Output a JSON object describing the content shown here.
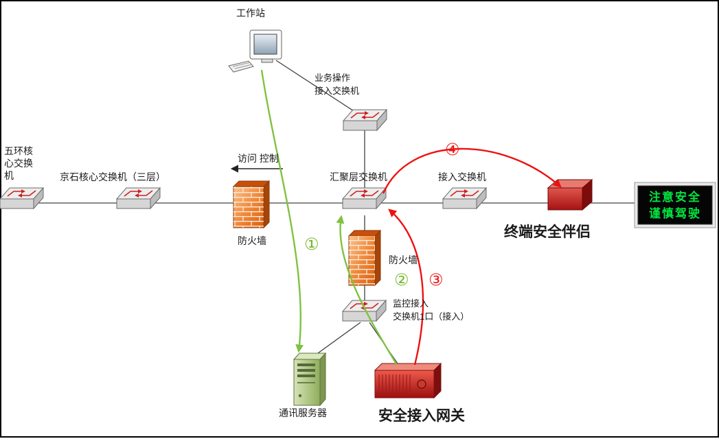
{
  "diagram": {
    "labels": {
      "workstation": "工作站",
      "biz_switch_1": "业务操作",
      "biz_switch_2": "接入交换机",
      "core_left_1": "五环核",
      "core_left_2": "心交换",
      "core_left_3": "机",
      "jingshi_core": "京石核心交换机（三层）",
      "access_control": "访问 控制",
      "firewall_1": "防火墙",
      "aggregation_switch": "汇聚层交换机",
      "access_switch": "接入交换机",
      "terminal_companion": "终端安全伴侣",
      "led_1": "注意安全",
      "led_2": "谨慎驾驶",
      "firewall_2": "防火墙",
      "monitor_switch_1": "监控接入",
      "monitor_switch_2": "交换机1口（接入）",
      "comm_server": "通讯服务器",
      "gateway": "安全接入网关",
      "step_1": "①",
      "step_2": "②",
      "step_3": "③",
      "step_4": "④"
    },
    "colors": {
      "green_arrow": "#7fc241",
      "red_arrow": "#ee1111",
      "firewall_orange": "#ed7021",
      "led_green": "#00e63e",
      "server_green": "#94b060",
      "gateway_red": "#c01515",
      "switch_red_arrows": "#cf1f1f"
    }
  }
}
